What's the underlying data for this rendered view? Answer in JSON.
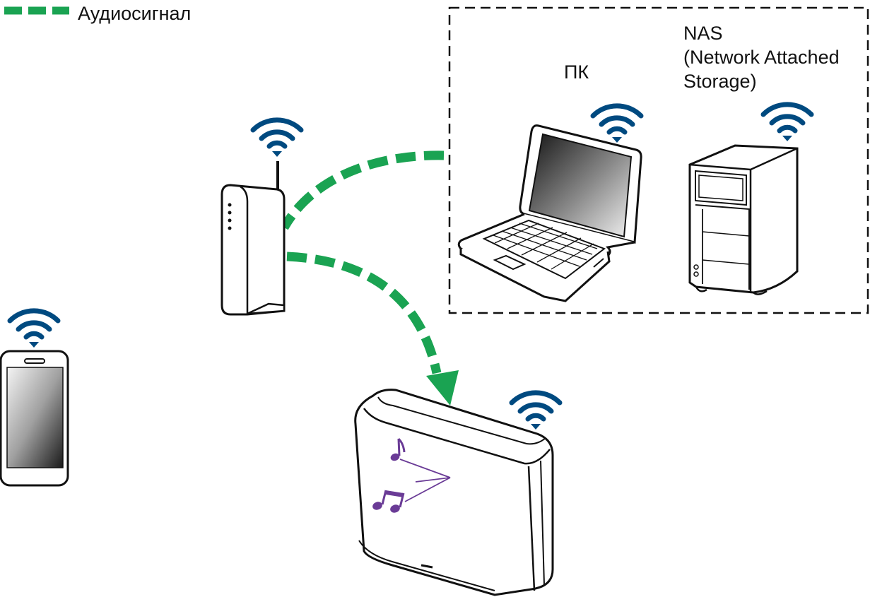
{
  "legend": {
    "label": "Аудиосигнал",
    "line_color": "#1aa352"
  },
  "devices": {
    "pc": {
      "label": "ПК"
    },
    "nas": {
      "label": "NAS\n(Network Attached\nStorage)"
    },
    "router": {},
    "smartphone": {},
    "speaker": {}
  },
  "icons": [
    "wifi-icon",
    "music-note-icon",
    "router-icon",
    "laptop-icon",
    "nas-icon",
    "smartphone-icon",
    "speaker-icon"
  ],
  "colors": {
    "wifi": "#004a80",
    "audio": "#1aa352",
    "notes": "#6a3b96",
    "outline": "#111111"
  }
}
